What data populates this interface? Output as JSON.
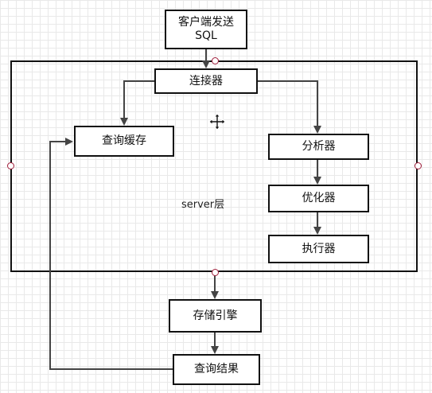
{
  "diagram": {
    "nodes": {
      "client": {
        "line1": "客户端发送",
        "line2": "SQL"
      },
      "connector": "连接器",
      "query_cache": "查询缓存",
      "analyzer": "分析器",
      "optimizer": "优化器",
      "executor": "执行器",
      "storage_engine": "存储引擎",
      "query_result": "查询结果"
    },
    "server_label": "server层"
  },
  "colors": {
    "stroke": "#111111",
    "arrow": "#555555",
    "selection_handle": "#a01d3a",
    "grid": "#e9e9e9"
  },
  "icons": {
    "cursor": "move-cursor-icon"
  }
}
